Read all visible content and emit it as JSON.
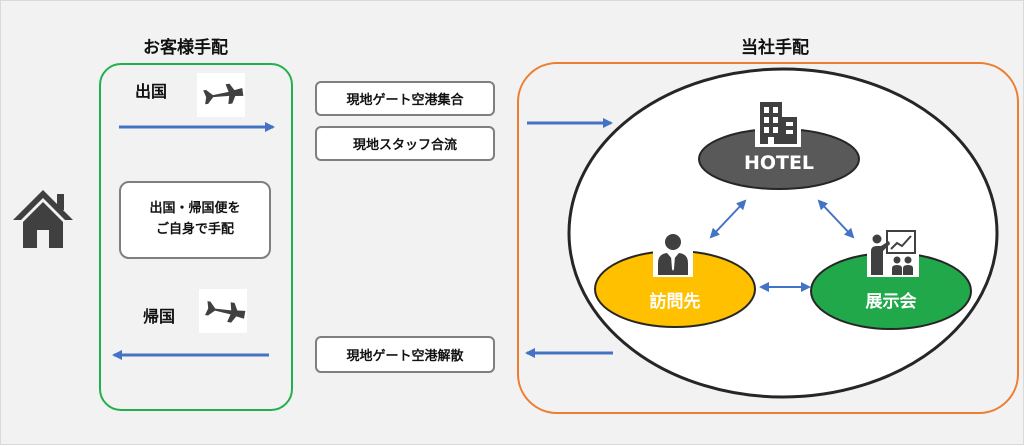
{
  "customer": {
    "title": "お客様手配",
    "departure": "出国",
    "return": "帰国",
    "note_line1": "出国・帰国便を",
    "note_line2": "ご自身で手配",
    "border_color": "#22b04b"
  },
  "company": {
    "title": "当社手配",
    "border_color": "#ed7d31"
  },
  "steps": {
    "meet": "現地ゲート空港集合",
    "staff": "現地スタッフ合流",
    "dismiss": "現地ゲート空港解散"
  },
  "nodes": {
    "hotel": "HOTEL",
    "visit": "訪問先",
    "expo": "展示会"
  },
  "colors": {
    "arrow": "#4472c4",
    "hotel": "#595959",
    "visit": "#ffc000",
    "expo": "#21a84a"
  },
  "icons": [
    "home-icon",
    "airplane-departure-icon",
    "airplane-arrival-icon",
    "building-icon",
    "businessperson-icon",
    "presentation-icon"
  ]
}
